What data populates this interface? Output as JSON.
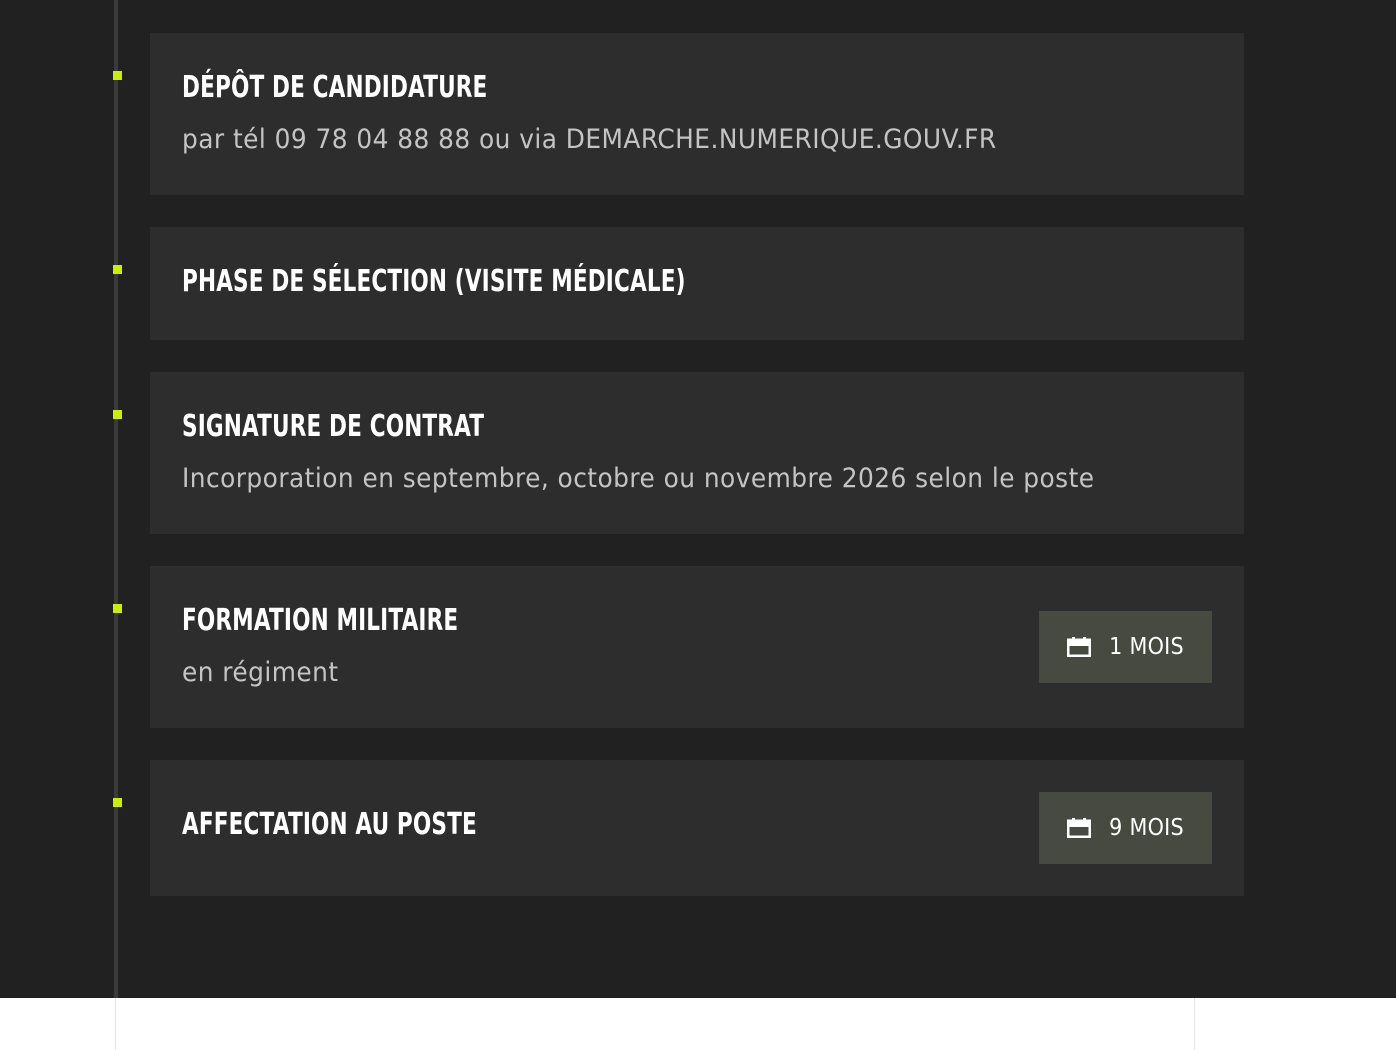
{
  "timeline": {
    "steps": [
      {
        "title": "DÉPÔT DE CANDIDATURE",
        "subtitle": "par tél 09 78 04 88 88 ou via DEMARCHE.NUMERIQUE.GOUV.FR"
      },
      {
        "title": "PHASE DE SÉLECTION (VISITE MÉDICALE)"
      },
      {
        "title": "SIGNATURE DE CONTRAT",
        "subtitle": "Incorporation en septembre, octobre ou novembre 2026 selon le poste"
      },
      {
        "title": "FORMATION MILITAIRE",
        "subtitle": "en régiment",
        "duration": "1 MOIS",
        "duration_icon": "calendar-icon"
      },
      {
        "title": "AFFECTATION AU POSTE",
        "duration": "9 MOIS",
        "duration_icon": "calendar-icon"
      }
    ]
  },
  "colors": {
    "background": "#212121",
    "card": "#2d2d2d",
    "accent": "#c8f000",
    "badge": "#464a40",
    "title": "#ffffff",
    "subtitle": "#c4c4c4"
  }
}
